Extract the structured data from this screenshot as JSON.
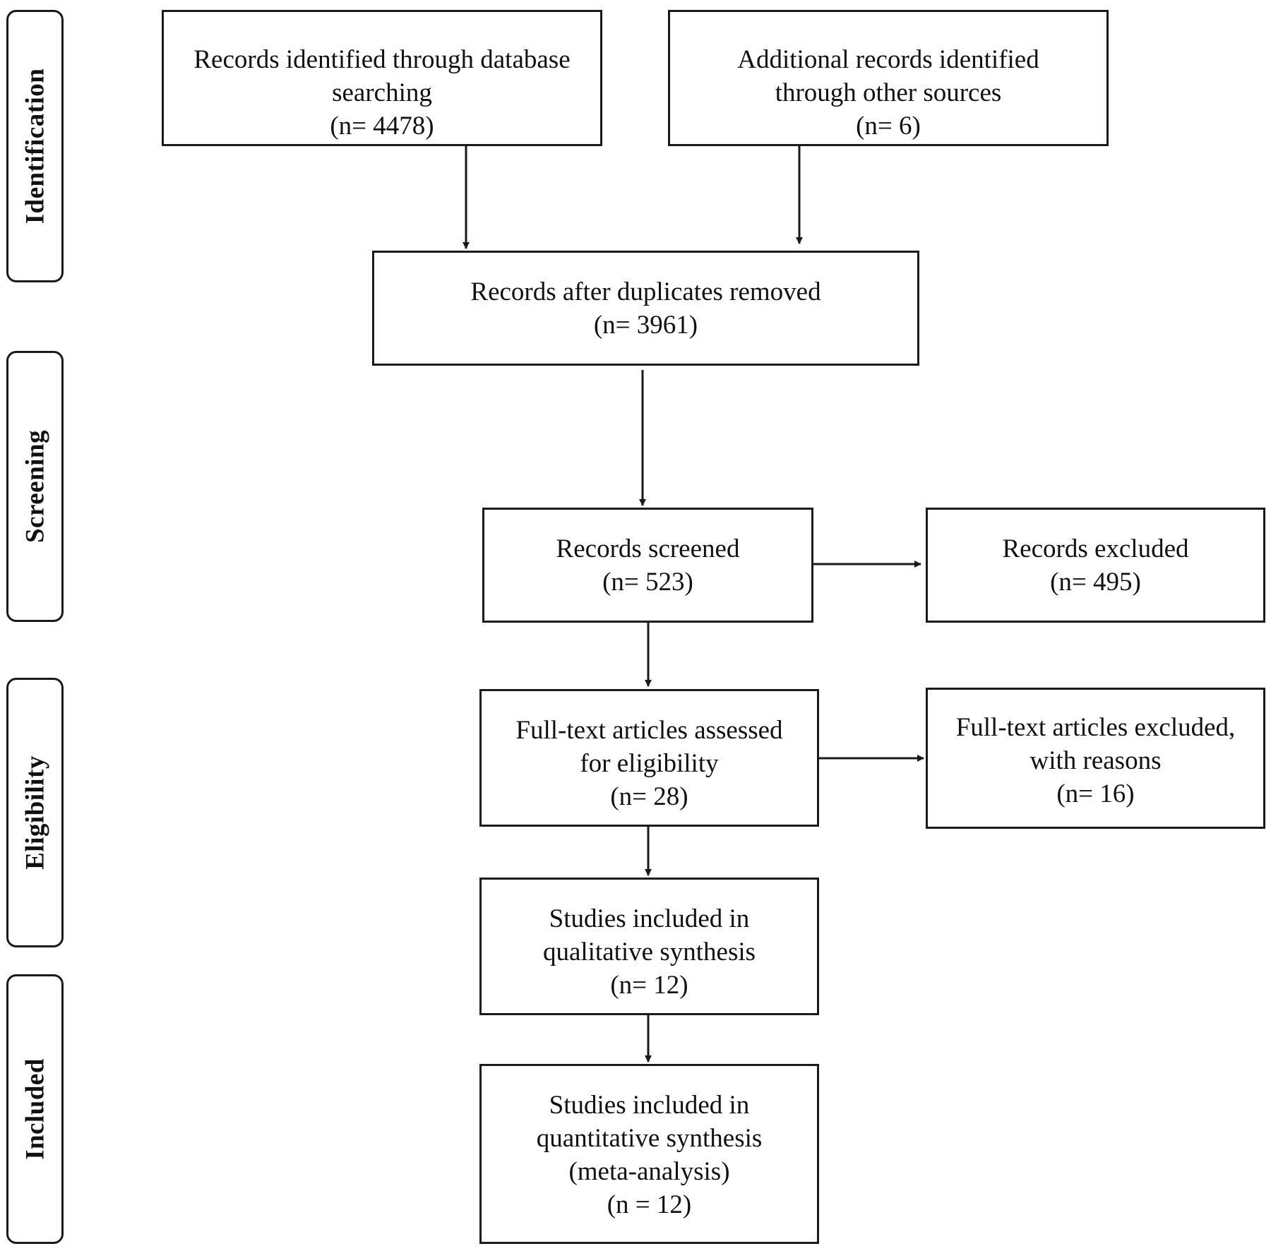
{
  "phases": {
    "identification": "Identification",
    "screening": "Screening",
    "eligibility": "Eligibility",
    "included": "Included"
  },
  "boxes": {
    "database_records": {
      "lines": [
        "Records identified through database",
        "searching"
      ],
      "count": "(n= 4478)"
    },
    "other_records": {
      "lines": [
        "Additional records identified",
        "through other sources"
      ],
      "count": "(n= 6)"
    },
    "after_duplicates": {
      "lines": [
        "Records after duplicates removed"
      ],
      "count": "(n= 3961)"
    },
    "screened": {
      "lines": [
        "Records screened"
      ],
      "count": "(n= 523)"
    },
    "excluded": {
      "lines": [
        "Records excluded"
      ],
      "count": "(n= 495)"
    },
    "fulltext_assessed": {
      "lines": [
        "Full-text articles assessed",
        "for eligibility"
      ],
      "count": "(n= 28)"
    },
    "fulltext_excluded": {
      "lines": [
        "Full-text articles excluded,",
        "with reasons"
      ],
      "count": "(n= 16)"
    },
    "qualitative": {
      "lines": [
        "Studies included in",
        "qualitative synthesis"
      ],
      "count": "(n= 12)"
    },
    "quantitative": {
      "lines": [
        "Studies included in",
        "quantitative synthesis",
        "(meta-analysis)"
      ],
      "count": "(n = 12)"
    }
  }
}
